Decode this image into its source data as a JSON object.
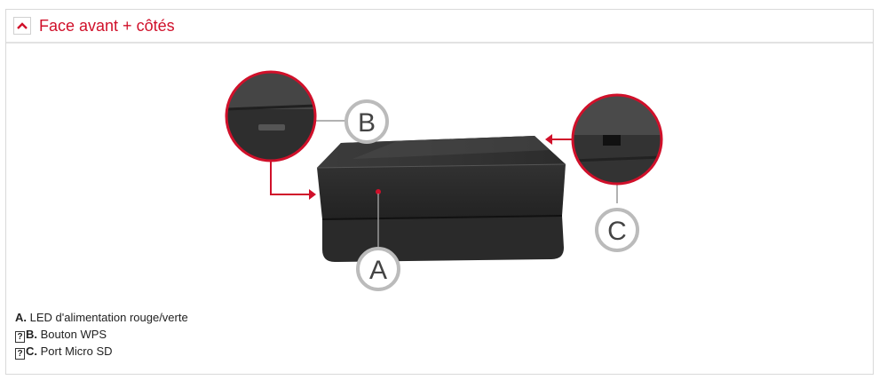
{
  "section": {
    "title": "Face avant  + côtés",
    "toggle_icon": "chevron-up-icon",
    "accent_color": "#d0102a"
  },
  "callouts": {
    "a": "A",
    "b": "B",
    "c": "C"
  },
  "legend": [
    {
      "letter": "A.",
      "text": "LED d'alimentation rouge/verte"
    },
    {
      "letter": "B.",
      "text": "Bouton WPS"
    },
    {
      "letter": "C.",
      "text": "Port Micro SD"
    }
  ]
}
